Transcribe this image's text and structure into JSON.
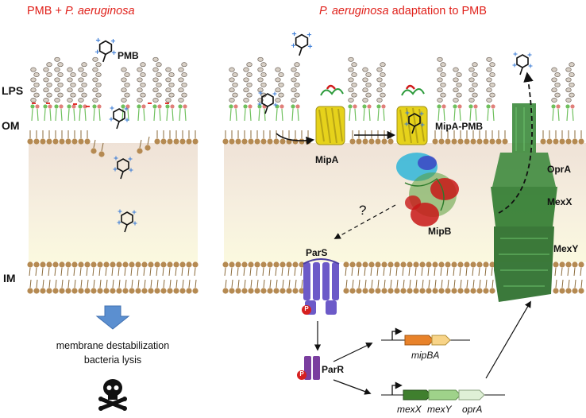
{
  "titles": {
    "left_pre": "PMB + ",
    "left_italic": "P. aeruginosa",
    "right_italic": "P. aeruginosa",
    "right_post": " adaptation to PMB"
  },
  "sides": {
    "lps": "LPS",
    "om": "OM",
    "im": "IM"
  },
  "labels": {
    "pmb": "PMB",
    "mipa": "MipA",
    "mipa_pmb": "MipA-PMB",
    "mipb": "MipB",
    "oprA": "OprA",
    "mexX": "MexX",
    "mexY": "MexY",
    "parS": "ParS",
    "parR": "ParR",
    "question": "?",
    "phospho": "P"
  },
  "caption": {
    "line1": "membrane destabilization",
    "line2": "bacteria lysis"
  },
  "genes": {
    "op1": "mipBA",
    "op2a": "mexX",
    "op2b": "mexY",
    "op2c": "oprA"
  },
  "colors": {
    "title_red": "#e0201a",
    "periplasm_top": "#efe2d7",
    "periplasm_bottom": "#fbf9df",
    "lipid_head": "#b58a52",
    "lipid_head_green": "#6fc05d",
    "lipid_head_pink": "#e0807a",
    "arrow_blue": "#5b8fd0",
    "mipA_yellow": "#e6d21b",
    "mexXY_green": "#2e7a2e",
    "mipB_red": "#c81818",
    "mipB_green": "#5a9e3a",
    "parS_purple": "#6c5ac8",
    "parR_purple": "#7a3e9f",
    "phospho_red": "#d62020",
    "gene_orange": "#e8822a",
    "gene_light_orange": "#f8d488",
    "gene_dark_green": "#3f7f2e",
    "gene_mid_green": "#9fd28a",
    "gene_light_green": "#dff0d6"
  },
  "icons": [
    "pmb-molecule-icon",
    "skull-crossbones-icon",
    "down-arrow-icon",
    "promoter-arrow-icon",
    "phospho-icon"
  ]
}
